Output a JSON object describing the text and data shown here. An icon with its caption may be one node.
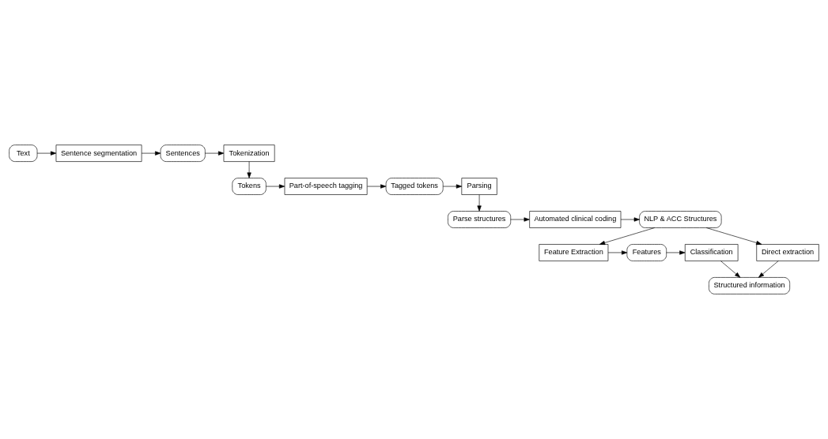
{
  "diagram": {
    "nodes": [
      {
        "text": [
          "Text"
        ]
      },
      {
        "text": [
          "Sentence segmentation"
        ]
      },
      {
        "text": [
          "Sentences"
        ]
      },
      {
        "text": [
          "Tokenization"
        ]
      },
      {
        "text": [
          "Tokens"
        ]
      },
      {
        "text": [
          "Part-of-speech tagging"
        ]
      },
      {
        "text": [
          "Tagged tokens"
        ]
      },
      {
        "text": [
          "Parsing"
        ]
      },
      {
        "text": [
          "Parse structures"
        ]
      },
      {
        "text": [
          "Automated clinical coding"
        ]
      },
      {
        "text": [
          "NLP & ACC Structures"
        ]
      },
      {
        "text": [
          "Classification"
        ]
      },
      {
        "text": [
          "Features"
        ]
      },
      {
        "text": [
          "Feature Extraction"
        ]
      },
      {
        "text": [
          "Direct extraction"
        ]
      },
      {
        "text": [
          "Structured information"
        ]
      }
    ],
    "edges": [
      {
        "from": 0,
        "to": 1,
        "arrow": "to"
      },
      {
        "from": 1,
        "to": 2,
        "arrow": "to"
      },
      {
        "from": 2,
        "to": 3,
        "arrow": "to"
      },
      {
        "from": 3,
        "to": 4,
        "arrow": "to"
      },
      {
        "from": 4,
        "to": 5,
        "arrow": "to"
      },
      {
        "from": 5,
        "to": 6,
        "arrow": "to"
      },
      {
        "from": 6,
        "to": 7,
        "arrow": "to"
      },
      {
        "from": 7,
        "to": 8,
        "arrow": "to"
      },
      {
        "from": 8,
        "to": 9,
        "arrow": "to"
      },
      {
        "from": 9,
        "to": 10,
        "arrow": "to"
      },
      {
        "from": 10,
        "to": 13,
        "arrow": "to"
      },
      {
        "from": 10,
        "to": 14,
        "arrow": "to"
      },
      {
        "from": 13,
        "to": 12,
        "arrow": "to"
      },
      {
        "from": 12,
        "to": 11,
        "arrow": "to"
      },
      {
        "from": 11,
        "to": 15,
        "arrow": "to"
      },
      {
        "from": 14,
        "to": 15,
        "arrow": "to"
      }
    ]
  }
}
